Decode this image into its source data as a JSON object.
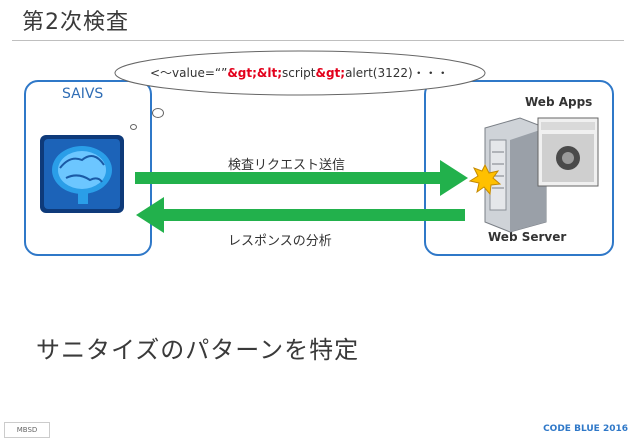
{
  "title": "第2次検査",
  "saivs_label": "SAIVS",
  "webapps_label": "Web Apps",
  "webserver_label": "Web Server",
  "request_label": "検査リクエスト送信",
  "response_label": "レスポンスの分析",
  "thought": {
    "prefix": "<〜value=“”",
    "hl1": "&gt;&lt;",
    "mid": "script",
    "hl2": "&gt;",
    "suffix": "alert(3122)・・・"
  },
  "main_text": "サニタイズのパターンを特定",
  "footer_left": "MBSD",
  "footer_right": "CODE BLUE 2016",
  "colors": {
    "arrow": "#22b14c",
    "box_border": "#2f78c8",
    "highlight": "#e3001b"
  }
}
